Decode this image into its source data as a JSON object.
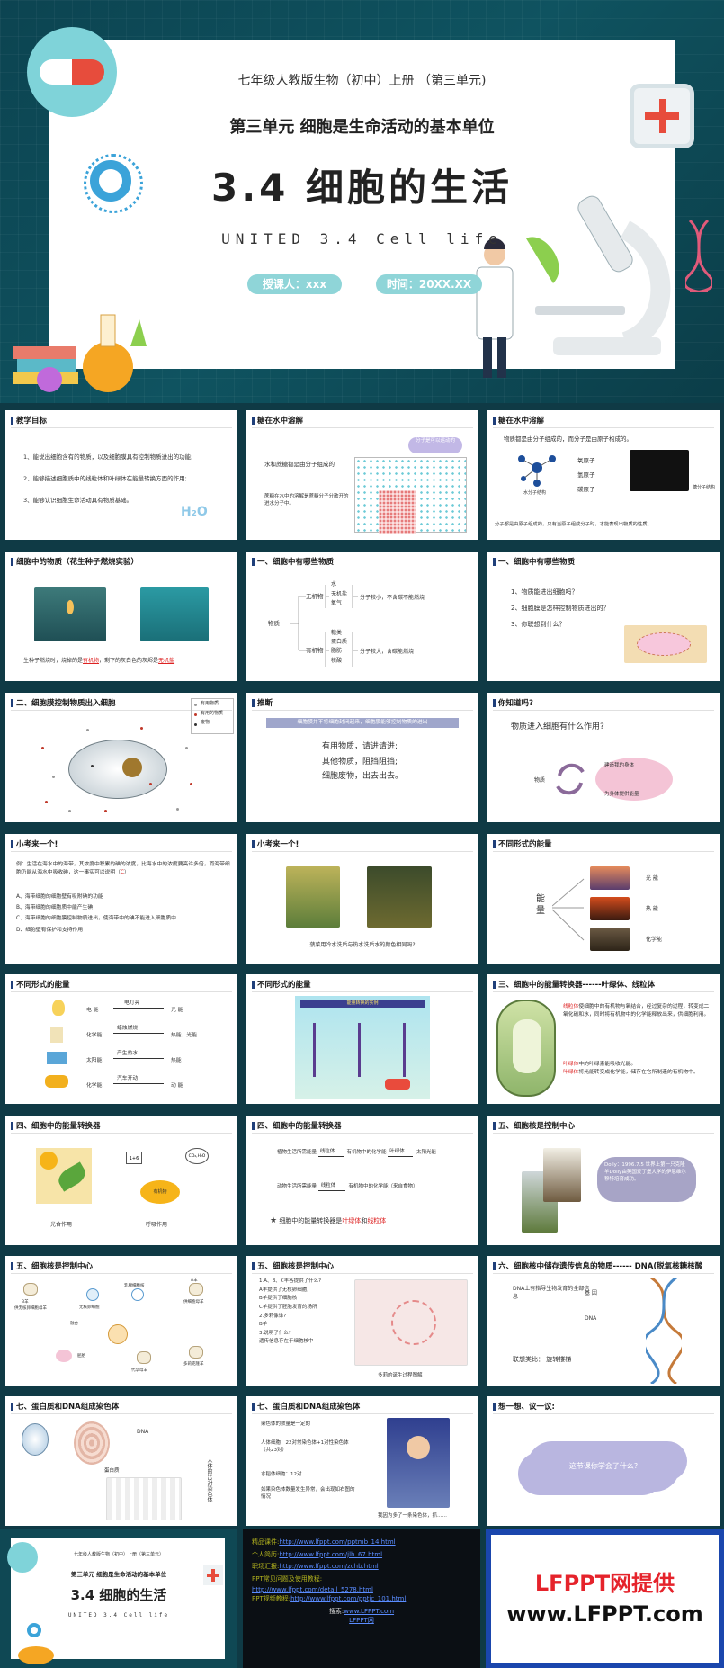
{
  "cover": {
    "subtitle_top": "七年级人教版生物（初中）上册 （第三单元)",
    "unit_title": "第三单元  细胞是生命活动的基本单位",
    "main_title": "3.4  细胞的生活",
    "english_title": "UNITED 3.4  Cell life",
    "teacher": "授课人：xxx",
    "time": "时间：20XX.XX"
  },
  "slides": {
    "s1": {
      "title": "教学目标",
      "items": [
        "1、能说出细胞含有的物质，以及细胞膜具有控制物质进出的功能;",
        "2、能够描述细胞质中的线粒体和叶绿体在能量转换方面的作用;",
        "3、能够认识细胞生命活动具有物质基础。"
      ],
      "deco": "H₂O"
    },
    "s2": {
      "title": "糖在水中溶解",
      "bubble": "分子是可以运动的",
      "line1": "水和蔗糖都是由分子组成的",
      "line2": "蔗糖在水中的溶解是蔗糖分子分散开的进水分子中。"
    },
    "s3": {
      "title": "糖在水中溶解",
      "intro": "物质都是由分子组成的，而分子是由原子构成的。",
      "o": "氧原子",
      "h": "氢原子",
      "c": "碳原子",
      "water_label": "水分子结构",
      "sugar_label": "糖分子结构",
      "note": "分子都是由原子组成的，只有当原子组成分子时，才能表现出物质的性质。"
    },
    "s4": {
      "title": "细胞中的物质（花生种子燃烧实验）",
      "line": "生种子燃烧时，烧掉的是",
      "fill1": "有机物",
      "line_mid": "，剩下的灰白色的灰烬是",
      "fill2": "无机盐"
    },
    "s5": {
      "title": "一、细胞中有哪些物质",
      "root": "物质",
      "inorganic": "无机物",
      "i_items": [
        "水",
        "无机盐",
        "氧气"
      ],
      "i_note": "分子较小，不含碳不能燃烧",
      "organic": "有机物",
      "o_items": [
        "糖类",
        "蛋白质",
        "脂肪",
        "核酸"
      ],
      "o_note": "分子较大，含碳能燃烧"
    },
    "s6": {
      "title": "一、细胞中有哪些物质",
      "q": [
        "1、物质能进出细胞吗？",
        "2、细胞膜是怎样控制物质进出的？",
        "3、你联想到什么？"
      ]
    },
    "s7": {
      "title": "二、细胞膜控制物质出入细胞",
      "legend": [
        "有用物质",
        "有用的物质",
        "废物"
      ]
    },
    "s8": {
      "title": "推断",
      "banner": "细胞膜并不将细胞封闭起来，细胞膜能够控制物质的进出",
      "lines": [
        "有用物质，请进请进;",
        "其他物质，阻挡阻挡;",
        "细胞废物，出去出去。"
      ]
    },
    "s9": {
      "title": "你知道吗?",
      "q": "物质进入细胞有什么作用?",
      "a1": "建造我的身体",
      "a2": "为身体提供能量",
      "a3": "物质"
    },
    "s10": {
      "title": "小考来一个!",
      "q": "例：生活在海水中的海带，其浓度中积累的碘的浓度，比海水中的浓度要高许多倍，而海带细胞仍能从海水中吸收碘，这一事实可以说明（",
      "ans": "C",
      "q_end": "）",
      "opts": [
        "A、海带细胞的细胞壁有吸附碘的功能",
        "B、海带细胞的细胞质中能产生碘",
        "C、海带细胞的细胞膜控制物质进出，使海带中的碘不能进入细胞质中",
        "D、细胞壁有保护和支持作用"
      ]
    },
    "s11": {
      "title": "小考来一个!",
      "caption": "菠菜用冷水洗后与热水洗后水的颜色相同吗?"
    },
    "s12": {
      "title": "不同形式的能量",
      "center": "能量",
      "items": [
        "光  能",
        "热  能",
        "化学能"
      ]
    },
    "s13": {
      "title": "不同形式的能量",
      "rows": [
        {
          "from": "电 能",
          "via": "电灯亮",
          "to": "光 能"
        },
        {
          "from": "化学能",
          "via": "蜡烛燃烧",
          "to": "热能、光能"
        },
        {
          "from": "太阳能",
          "via": "产生热水",
          "to": "热能"
        },
        {
          "from": "化学能",
          "via": "汽车开动",
          "to": "动 能"
        }
      ]
    },
    "s14": {
      "title": "不同形式的能量",
      "banner": "能量转换的实例"
    },
    "s15": {
      "title": "三、细胞中的能量转换器------叶绿体、线粒体",
      "p1a": "线粒体",
      "p1": "使细胞中的有机物与氧结合，经过复杂的过程，转变成二氧化碳和水，同时将有机物中的化学能释放出来，供细胞利用。",
      "p2a": "叶绿体",
      "p2": "中的叶绿素能吸收光能。",
      "p3a": "叶绿体",
      "p3": "将光能转变成化学能，储存在它所制造的有机物中。"
    },
    "s16": {
      "title": "四、细胞中的能量转换器",
      "c1": "光合作用",
      "c2": "呼吸作用",
      "box1": "1+6",
      "box2": "CO₂,H₂O",
      "center": "有机物"
    },
    "s17": {
      "title": "四、细胞中的能量转换器",
      "r1a": "植物生活所需能量",
      "r1via": "线粒体",
      "r1b": "有机物中的化学能",
      "r1via2": "叶绿体",
      "r1c": "太阳光能",
      "r2a": "动物生活所需能量",
      "r2via": "线粒体",
      "r2b": "有机物中的化学能（来自食物）",
      "star": "细胞中的能量转换器是",
      "star_a": "叶绿体",
      "star_and": "和",
      "star_b": "线粒体"
    },
    "s18": {
      "title": "五、细胞核是控制中心",
      "bubble": "Dolly：1996.7.5 世界上第一只克隆羊Dolly由英国爱丁堡大学的伊恩维尔穆特培育成功。"
    },
    "s19": {
      "title": "五、细胞核是控制中心",
      "labels": [
        "B羊",
        "供无核卵细胞母羊",
        "无核卵细胞",
        "乳腺细胞核",
        "A羊",
        "供细胞母羊",
        "融合",
        "胚胎",
        "代孕母羊",
        "多莉克隆羊"
      ]
    },
    "s20": {
      "title": "五、细胞核是控制中心",
      "q": [
        "1.A、B、C羊各提供了什么?",
        "A羊提供了无核卵细胞,",
        "B羊提供了细胞核",
        "C羊提供了胚胎发育的场所",
        "2.多莉像谁?",
        "B羊",
        "3.说明了什么?",
        "遗传信息存在于细胞核中"
      ],
      "caption": "多莉的诞生过程图解"
    },
    "s21": {
      "title": "六、细胞核中储存遗传信息的物质------ DNA(脱氧核糖核酸",
      "l1": "DNA上有指导生物发育的全部信息",
      "gene": "基 因",
      "dna": "DNA",
      "assoc": "联想类比：  旋转楼梯"
    },
    "s22": {
      "title": "七、蛋白质和DNA组成染色体",
      "dna": "DNA",
      "protein": "蛋白质",
      "side": "人体的23对染色体"
    },
    "s23": {
      "title": "七、蛋白质和DNA组成染色体",
      "lines": [
        "染色体的数量是一定的",
        "人体细胞：22对常染色体+1对性染色体（共23对）",
        "水稻体细胞：12对",
        "如果染色体数量发生异常，会出现如右图的情况"
      ],
      "caption": "我因为多了一条染色体，抓……"
    },
    "s24": {
      "title": "想一想、议一议:",
      "cloud": "这节课你学会了什么?"
    }
  },
  "thumb": {
    "t1": "七年级人教版生物（初中）上册（第三单元）",
    "t2": "第三单元  细胞是生命活动的基本单位",
    "t3": "3.4  细胞的生活",
    "t4": "UNITED 3.4  Cell life"
  },
  "footer": {
    "rows": [
      {
        "k": "精品课件:",
        "v": "http://www.lfppt.com/pptmb_14.html"
      },
      {
        "k": "个人简历:",
        "v": "http://www.lfppt.com/jlb_67.html"
      },
      {
        "k": "职场汇报:",
        "v": "http://www.lfppt.com/zchb.html"
      }
    ],
    "faq_k": "PPT常见问题及使用教程:",
    "faq_v": "http://www.lfppt.com/detail_5278.html",
    "video_k": "PPT视频教程:",
    "video_v": "http://www.lfppt.com/pptjc_101.html",
    "search_k": "搜索:",
    "search_v": "www.LFPPT.com",
    "search_v2": "LFPPT网"
  },
  "promo": {
    "line1": "LFPPT网提供",
    "line2": "www.LFPPT.com"
  }
}
